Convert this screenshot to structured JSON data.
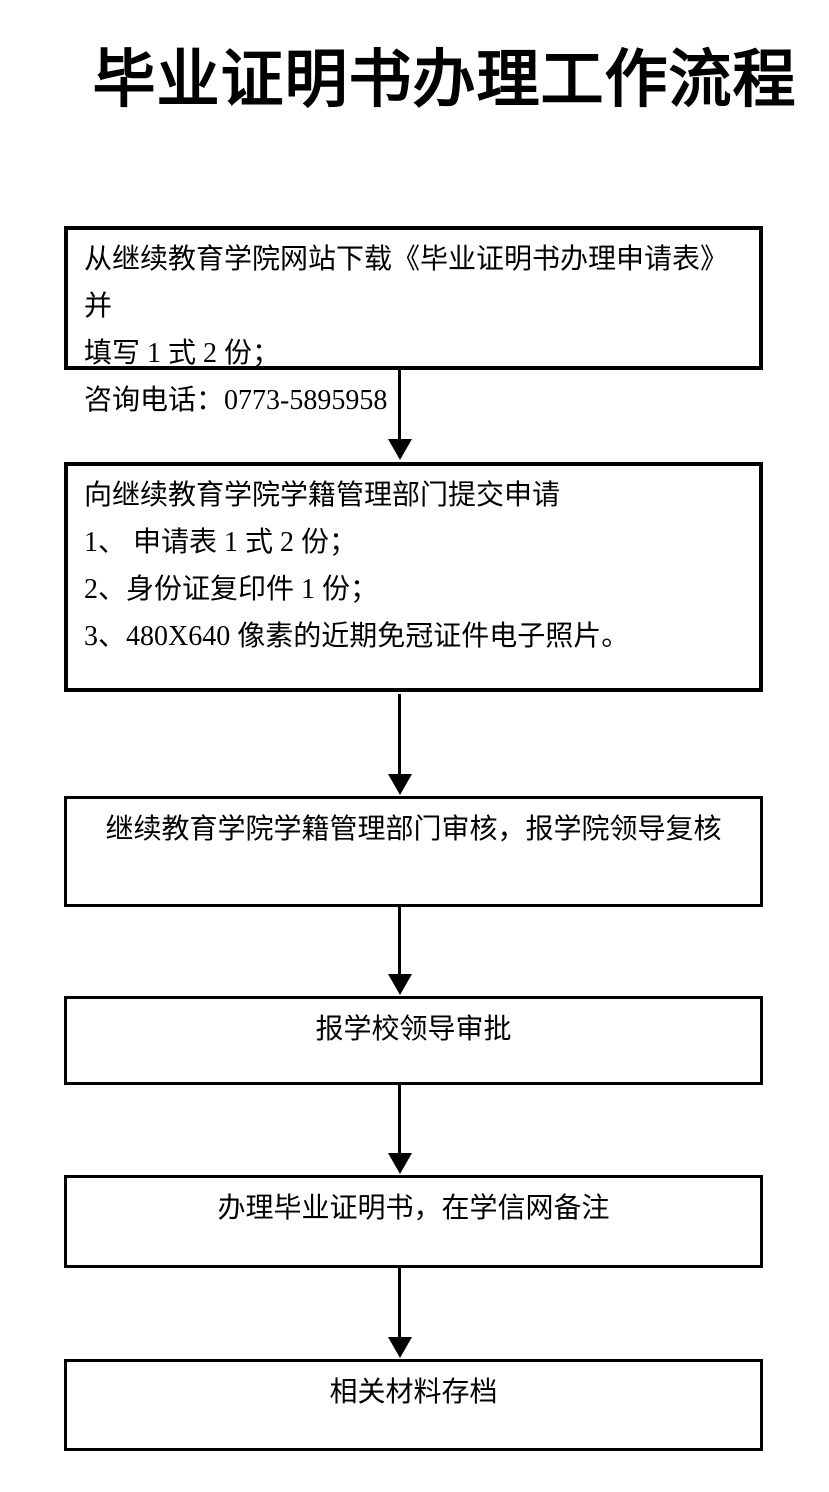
{
  "page": {
    "title": "毕业证明书办理工作流程",
    "colors": {
      "background": "#ffffff",
      "ink": "#000000"
    }
  },
  "flowchart": {
    "steps": [
      {
        "name": "download-and-fill-form",
        "align": "left",
        "lines": [
          "从继续教育学院网站下载《毕业证明书办理申请表》并",
          "填写 1 式 2 份；",
          "咨询电话：0773-5895958"
        ]
      },
      {
        "name": "submit-application",
        "align": "left",
        "lines": [
          "向继续教育学院学籍管理部门提交申请",
          "1、 申请表 1 式 2 份；",
          "2、身份证复印件 1 份；",
          "3、480X640 像素的近期免冠证件电子照片。"
        ]
      },
      {
        "name": "department-review",
        "align": "center",
        "lines": [
          "继续教育学院学籍管理部门审核，报学院领导复核"
        ]
      },
      {
        "name": "school-leader-approval",
        "align": "center",
        "lines": [
          "报学校领导审批"
        ]
      },
      {
        "name": "issue-certificate",
        "align": "center",
        "lines": [
          "办理毕业证明书，在学信网备注"
        ]
      },
      {
        "name": "archive-materials",
        "align": "center",
        "lines": [
          "相关材料存档"
        ]
      }
    ],
    "connectors": [
      {
        "from": 1,
        "to": 2,
        "direction": "down"
      },
      {
        "from": 2,
        "to": 3,
        "direction": "down"
      },
      {
        "from": 3,
        "to": 4,
        "direction": "down"
      },
      {
        "from": 4,
        "to": 5,
        "direction": "down"
      },
      {
        "from": 5,
        "to": 6,
        "direction": "down"
      }
    ]
  }
}
